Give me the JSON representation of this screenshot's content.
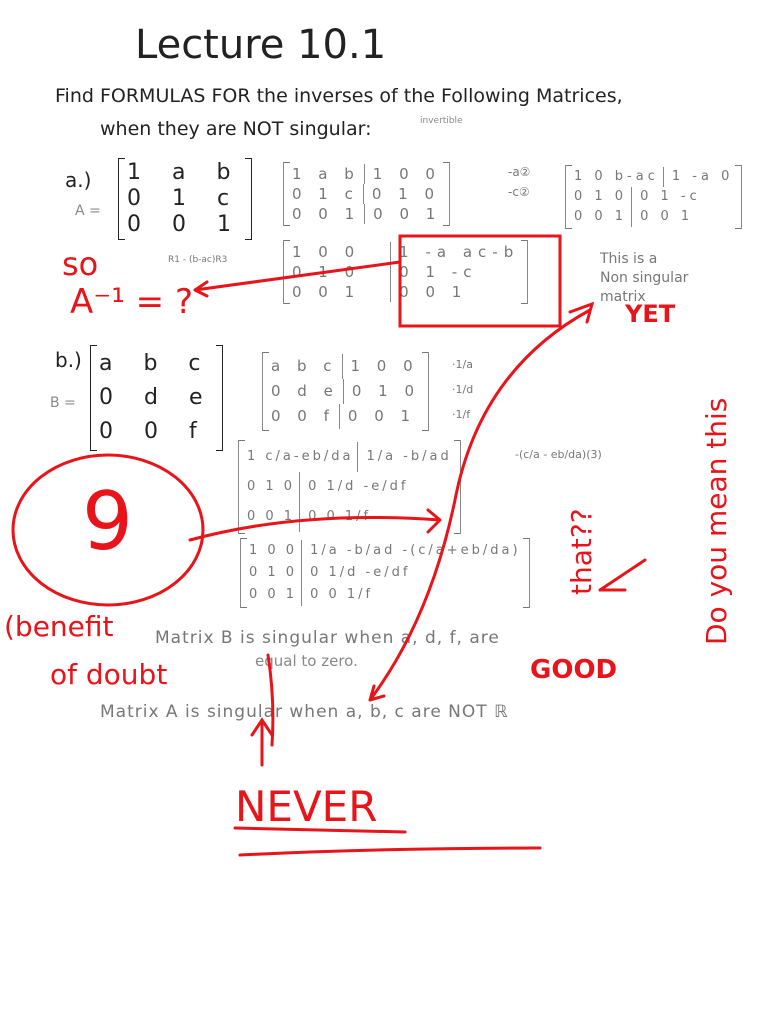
{
  "title": "Lecture 10.1",
  "instruction_line1": "Find FORMULAS FOR the inverses of the Following Matrices,",
  "instruction_line2": "when they are NOT singular:",
  "instruction_note": "invertible",
  "part_a": {
    "label": "a.)",
    "name": "A =",
    "matrix": [
      "1 a b",
      "0 1 c",
      "0 0 1"
    ],
    "step1_left": [
      "1 a b",
      "0 1 c",
      "0 0 1"
    ],
    "step1_right": [
      "1 0 0",
      "0 1 0",
      "0 0 1"
    ],
    "ops": [
      "-a②",
      "-c②"
    ],
    "step2_left": [
      "1 0 b-ac",
      "0 1 0",
      "0 0 1"
    ],
    "step2_right": [
      "1 -a 0",
      "0 1 -c",
      "0 0 1"
    ],
    "op3": "R1 - (b-ac)R3",
    "step3_left": [
      "1 0 0",
      "0 1 0",
      "0 0 1"
    ],
    "step3_right": [
      "1 -a ac-b",
      "0 1 -c",
      "0 0 1"
    ],
    "note": [
      "This is a",
      "Non singular",
      "matrix"
    ]
  },
  "part_b": {
    "label": "b.)",
    "name": "B =",
    "matrix": [
      "a b c",
      "0 d e",
      "0 0 f"
    ],
    "step1_left": [
      "a b c",
      "0 d e",
      "0 0 f"
    ],
    "step1_right": [
      "1 0 0",
      "0 1 0",
      "0 0 1"
    ],
    "ops": [
      "·1/a",
      "·1/d",
      "·1/f"
    ],
    "step2_left": [
      "1 c/a-eb/da",
      "0 1 0",
      "0 0 1"
    ],
    "step2_right": [
      "1/a -b/ad",
      "0 1/d -e/df",
      "0 0 1/f"
    ],
    "op2": "-(c/a - eb/da)(3)",
    "step3_left": [
      "1 0 0",
      "0 1 0",
      "0 0 1"
    ],
    "step3_right": [
      "1/a -b/ad -(c/a+eb/da)",
      "0 1/d -e/df",
      "0 0 1/f"
    ]
  },
  "conclusion1": "Matrix B is singular when a, d, f, are",
  "conclusion1b": "equal to zero.",
  "conclusion2": "Matrix A is singular when a, b, c are NOT ℝ",
  "annotations": {
    "so": "so",
    "a_inv": "A⁻¹ = ?",
    "yet": "YET",
    "score": "9",
    "benefit": "(benefit",
    "of_doubt": "of doubt",
    "question": "Do you mean this",
    "question2": "that??",
    "good": "GOOD",
    "never": "NEVER",
    "check": "✓"
  }
}
